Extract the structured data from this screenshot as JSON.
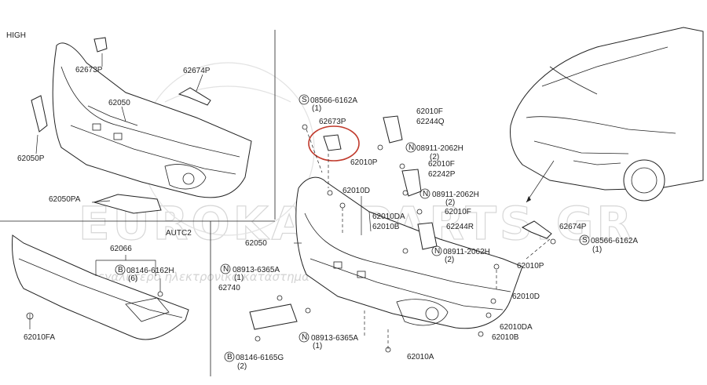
{
  "section_labels": {
    "high": "HIGH",
    "auto": "AUTC2"
  },
  "watermark": {
    "main": "EUROKAMPARTS.GR",
    "tagline": "το μεγαλύτερο ηλεκτρονικό κατάστημα ανταλλακτικών"
  },
  "callouts": {
    "c_62673P_a": "62673P",
    "c_62674P_a": "62674P",
    "c_62050_a": "62050",
    "c_62050P": "62050P",
    "c_62050PA": "62050PA",
    "c_62066": "62066",
    "c_08146_6162H": "08146-6162H",
    "c_08146_6162H_q": "(6)",
    "c_62010FA": "62010FA",
    "c_08566_6162A_a": "08566-6162A",
    "c_08566_6162A_a_q": "(1)",
    "c_62673P_b": "62673P",
    "c_62010F_a": "62010F",
    "c_62244Q": "62244Q",
    "c_08911_2062H_a": "08911-2062H",
    "c_08911_2062H_a_q": "(2)",
    "c_62010P_a": "62010P",
    "c_62010F_b": "62010F",
    "c_62242P": "62242P",
    "c_62010D_a": "62010D",
    "c_08911_2062H_b": "08911-2062H",
    "c_08911_2062H_b_q": "(2)",
    "c_62010F_c": "62010F",
    "c_62010DA_a": "62010DA",
    "c_62010B_a": "62010B",
    "c_62244R": "62244R",
    "c_62674P_b": "62674P",
    "c_08566_6162A_b": "08566-6162A",
    "c_08566_6162A_b_q": "(1)",
    "c_62050_b": "62050",
    "c_08911_2062H_c": "08911-2062H",
    "c_08911_2062H_c_q": "(2)",
    "c_62010P_b": "62010P",
    "c_08913_6365A_a": "08913-6365A",
    "c_08913_6365A_a_q": "(1)",
    "c_62740": "62740",
    "c_62010D_b": "62010D",
    "c_62010DA_b": "62010DA",
    "c_62010B_b": "62010B",
    "c_08913_6365A_b": "08913-6365A",
    "c_08913_6365A_b_q": "(1)",
    "c_08146_6165G": "08146-6165G",
    "c_08146_6165G_q": "(2)",
    "c_62010A": "62010A"
  },
  "circle_letters": {
    "s": "S",
    "n": "N",
    "b": "B"
  },
  "highlight_color": "#c0392b"
}
